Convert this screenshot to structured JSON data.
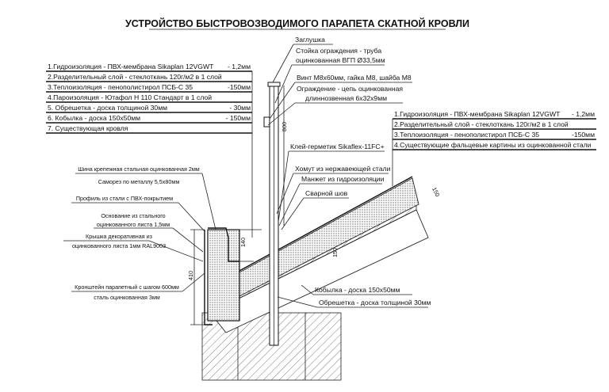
{
  "title": "УСТРОЙСТВО БЫСТРОВОЗВОДИМОГО ПАРАПЕТА СКАТНОЙ КРОВЛИ",
  "left_table": [
    {
      "text": "1.Гидроизоляция - ПВХ-мембрана Sikaplan 12VGWT",
      "value": "- 1,2мм"
    },
    {
      "text": "2.Разделительный слой - стеклоткань 120г/м2 в 1 слой",
      "value": ""
    },
    {
      "text": "3.Теплоизоляция - пенополистирол ПСБ-С 35",
      "value": "-150мм"
    },
    {
      "text": "4.Пароизоляция - Ютафол Н 110 Стандарт в 1 слой",
      "value": ""
    },
    {
      "text": "5. Обрешетка - доска толщиной 30мм",
      "value": "- 30мм"
    },
    {
      "text": "6. Кобылка - доска 150x50мм",
      "value": "- 150мм"
    },
    {
      "text": "7. Существующая кровля",
      "value": ""
    }
  ],
  "right_table": [
    {
      "text": "1.Гидроизоляция - ПВХ-мембрана Sikaplan 12VGWT",
      "value": "- 1,2мм"
    },
    {
      "text": "2.Разделительный слой - стеклоткань 120г/м2 в 1 слой",
      "value": ""
    },
    {
      "text": "3.Теплоизоляция - пенополистирол ПСБ-С 35",
      "value": "-150мм"
    },
    {
      "text": "4.Существующие фальцевые картины из оцинкованной стали",
      "value": ""
    }
  ],
  "callouts": {
    "plug": "Заглушка",
    "post_1": "Стойка ограждения - труба",
    "post_2": "оцинкованная ВГП Ø33,5мм",
    "screw": "Винт М8x60мм, гайка М8, шайба М8",
    "chain_1": "Ограждение - цепь оцинкованная",
    "chain_2": "длиннозвенная 6x32x9мм",
    "sealant": "Клей-герметик Sikaflex-11FC+",
    "clamp": "Хомут из нержавеющей стали",
    "cuff": "Манжет из гидроизоляции",
    "weld": "Сварной шов",
    "rail_1": "Шина крепежная стальная  оцинкованная 2мм",
    "rail_2": "Саморез по металлу 5,5x80мм",
    "profile": "Профиль из стали с ПВХ-покрытием",
    "base_1": "Основание из стального",
    "base_2": "оцинкованного листа 1,5мм",
    "cap_1": "Крышка декоративная из",
    "cap_2": "оцинкованного листа 1мм RAL9003",
    "bracket_1": "Кронштейн парапетный с шагом 600мм",
    "bracket_2": "сталь оцинкованная 3мм",
    "kobylka": "Кобылка - доска 150x50мм",
    "batten": "Обрешетка - доска толщиной 30мм"
  },
  "dimensions": {
    "post_height": "800",
    "parapet_top": "140",
    "parapet_height": "410",
    "insulation": "150",
    "kobylka": "150"
  }
}
